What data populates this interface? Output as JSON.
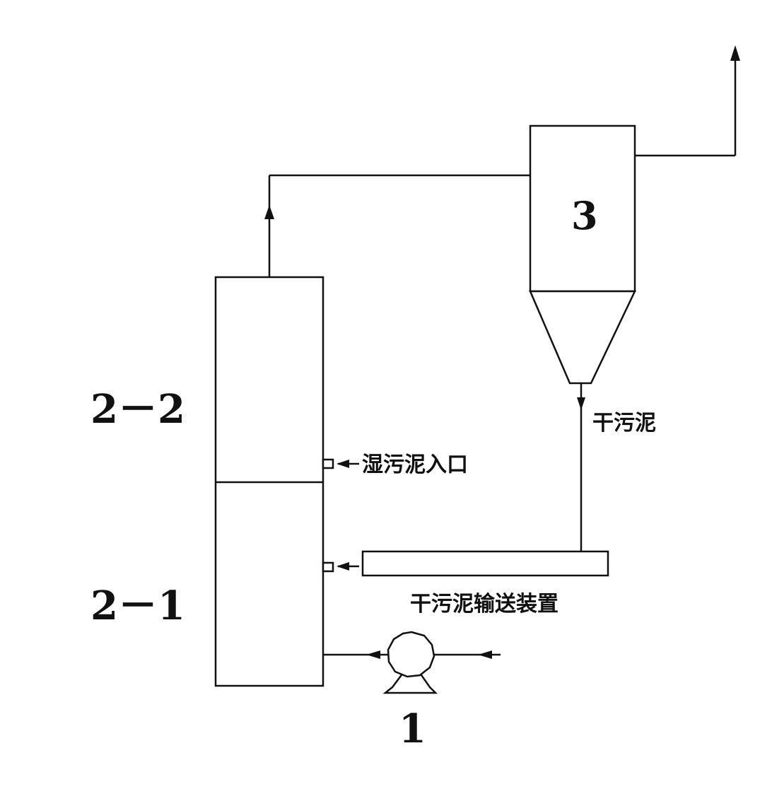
{
  "diagram": {
    "labels": {
      "section_upper": "2－2",
      "section_lower": "2－1",
      "separator_unit": "3",
      "pump": "1",
      "dry_sludge": "干污泥",
      "wet_sludge_inlet": "湿污泥入口",
      "dry_sludge_conveyor": "干污泥输送装置"
    }
  }
}
